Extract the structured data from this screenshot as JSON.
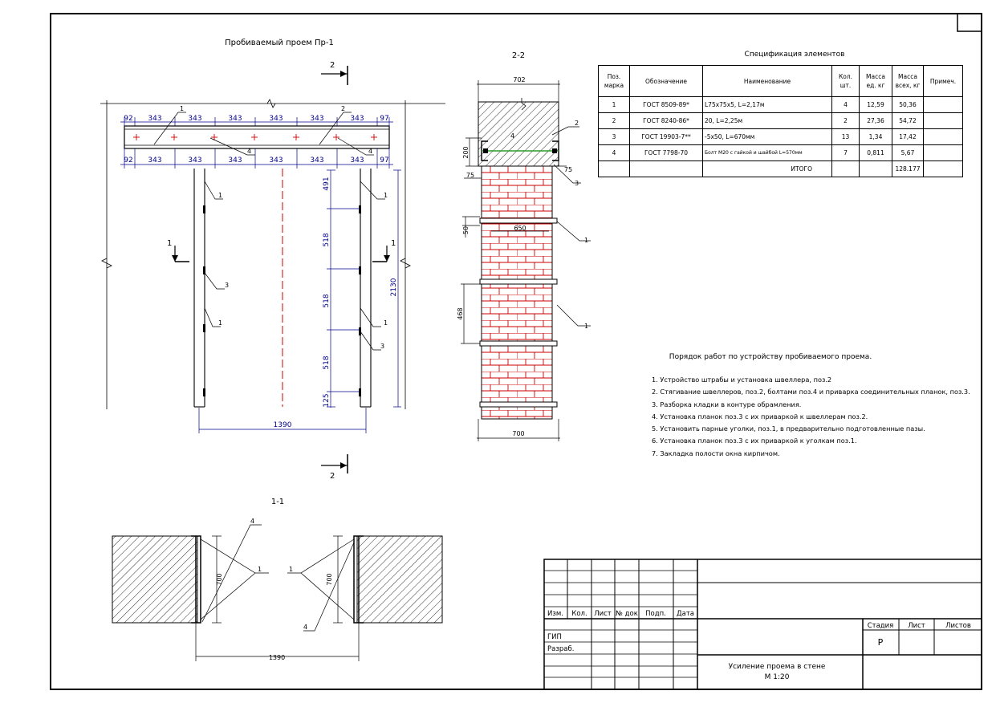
{
  "titles": {
    "elevation": "Пробиваемый проем Пр-1",
    "section_2_2": "2-2",
    "section_1_1": "1-1",
    "section_mark_2": "2",
    "section_mark_1": "1"
  },
  "elevation_dims": {
    "top_row": [
      "92",
      "343",
      "343",
      "343",
      "343",
      "343",
      "343",
      "97"
    ],
    "bottom_row": [
      "92",
      "343",
      "343",
      "343",
      "343",
      "343",
      "343",
      "97"
    ],
    "vertical": [
      "491",
      "518",
      "518",
      "518",
      "125"
    ],
    "height": "2130",
    "width": "1390"
  },
  "section22_dims": {
    "top": "702",
    "bottom": "700",
    "d200": "200",
    "d75a": "75",
    "d75b": "75",
    "d650": "650",
    "d50": "50",
    "d468": "468"
  },
  "section11_dims": {
    "left": "700",
    "right": "700",
    "width": "1390"
  },
  "callouts": {
    "p1": "1",
    "p2": "2",
    "p3": "3",
    "p4": "4"
  },
  "spec": {
    "title": "Спецификация элементов",
    "headers": [
      "Поз. марка",
      "Обозначение",
      "Наименование",
      "Кол. шт.",
      "Масса ед. кг",
      "Масса всех, кг",
      "Примеч."
    ],
    "rows": [
      [
        "1",
        "ГОСТ 8509-89*",
        "L75x75x5, L=2,17м",
        "4",
        "12,59",
        "50,36",
        ""
      ],
      [
        "2",
        "ГОСТ 8240-86*",
        "20, L=2,25м",
        "2",
        "27,36",
        "54,72",
        ""
      ],
      [
        "3",
        "ГОСТ 19903-7**",
        "-5x50, L=670мм",
        "13",
        "1,34",
        "17,42",
        ""
      ],
      [
        "4",
        "ГОСТ 7798-70",
        "Болт М20 с гайкой и шайбой  L=570мм",
        "7",
        "0,811",
        "5,67",
        ""
      ]
    ],
    "total_label": "ИТОГО",
    "total_value": "128.177"
  },
  "order": {
    "title": "Порядок работ по устройству пробиваемого проема.",
    "steps": [
      "1. Устройство штрабы и установка швеллера, поз.2",
      "2. Стягивание швеллеров, поз.2, болтами поз.4 и приварка соединительных планок, поз.3.",
      "3. Разборка кладки в контуре обрамления.",
      "4. Установка планок поз.3 с их приваркой к швеллерам поз.2.",
      "5. Установить парные уголки, поз.1, в предварительно подготовленные пазы.",
      "6. Установка планок поз.3 с их приваркой к уголкам поз.1.",
      "7. Закладка полости окна кирпичом."
    ]
  },
  "title_block": {
    "cols": [
      "Изм.",
      "Кол.",
      "Лист",
      "№ док",
      "Подп.",
      "Дата"
    ],
    "gip": "ГИП",
    "razrab": "Разраб.",
    "stage_label": "Стадия",
    "sheet_label": "Лист",
    "sheets_label": "Листов",
    "stage_value": "Р",
    "drawing_title": "Усиление проема в стене",
    "scale": "М 1:20"
  },
  "colors": {
    "line": "#000000",
    "dimension": "#00008b",
    "brick": "#cc0000",
    "axis": "#cc0000",
    "bolt": "#2a9d2a"
  }
}
